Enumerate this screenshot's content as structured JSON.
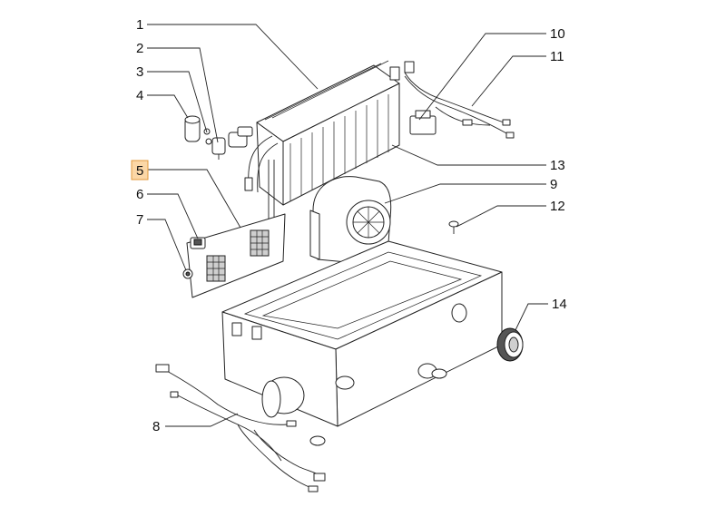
{
  "callouts": [
    {
      "id": "1",
      "label": "1",
      "highlighted": false
    },
    {
      "id": "2",
      "label": "2",
      "highlighted": false
    },
    {
      "id": "3",
      "label": "3",
      "highlighted": false
    },
    {
      "id": "4",
      "label": "4",
      "highlighted": false
    },
    {
      "id": "5",
      "label": "5",
      "highlighted": true
    },
    {
      "id": "6",
      "label": "6",
      "highlighted": false
    },
    {
      "id": "7",
      "label": "7",
      "highlighted": false
    },
    {
      "id": "8",
      "label": "8",
      "highlighted": false
    },
    {
      "id": "9",
      "label": "9",
      "highlighted": false
    },
    {
      "id": "10",
      "label": "10",
      "highlighted": false
    },
    {
      "id": "11",
      "label": "11",
      "highlighted": false
    },
    {
      "id": "12",
      "label": "12",
      "highlighted": false
    },
    {
      "id": "13",
      "label": "13",
      "highlighted": false
    },
    {
      "id": "14",
      "label": "14",
      "highlighted": false
    }
  ],
  "colors": {
    "highlight_fill": "#fbd7a6",
    "highlight_border": "#e29a3c",
    "line": "#222222"
  }
}
